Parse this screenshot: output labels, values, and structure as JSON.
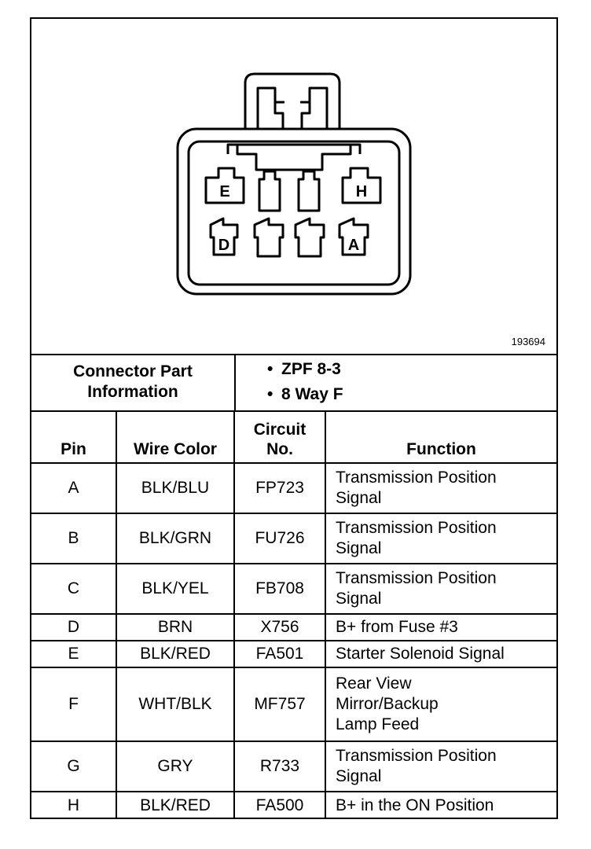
{
  "figure": {
    "id": "193694",
    "pin_labels": [
      "E",
      "H",
      "D",
      "A"
    ]
  },
  "connector_info": {
    "label_line1": "Connector Part",
    "label_line2": "Information",
    "items": [
      "ZPF 8-3",
      "8 Way F"
    ],
    "bullet": "•"
  },
  "table": {
    "headers": {
      "pin": "Pin",
      "wire_color": "Wire Color",
      "circuit_line1": "Circuit",
      "circuit_line2": "No.",
      "function": "Function"
    },
    "rows": [
      {
        "pin": "A",
        "wire_color": "BLK/BLU",
        "circuit": "FP723",
        "function": [
          "Transmission Position",
          "Signal"
        ]
      },
      {
        "pin": "B",
        "wire_color": "BLK/GRN",
        "circuit": "FU726",
        "function": [
          "Transmission Position",
          "Signal"
        ]
      },
      {
        "pin": "C",
        "wire_color": "BLK/YEL",
        "circuit": "FB708",
        "function": [
          "Transmission Position",
          "Signal"
        ]
      },
      {
        "pin": "D",
        "wire_color": "BRN",
        "circuit": "X756",
        "function": [
          "B+ from Fuse #3"
        ]
      },
      {
        "pin": "E",
        "wire_color": "BLK/RED",
        "circuit": "FA501",
        "function": [
          "Starter Solenoid Signal"
        ]
      },
      {
        "pin": "F",
        "wire_color": "WHT/BLK",
        "circuit": "MF757",
        "function": [
          "Rear View",
          "Mirror/Backup",
          "Lamp Feed"
        ]
      },
      {
        "pin": "G",
        "wire_color": "GRY",
        "circuit": "R733",
        "function": [
          "Transmission Position",
          "Signal"
        ]
      },
      {
        "pin": "H",
        "wire_color": "BLK/RED",
        "circuit": "FA500",
        "function": [
          "B+ in the ON Position"
        ]
      }
    ]
  }
}
